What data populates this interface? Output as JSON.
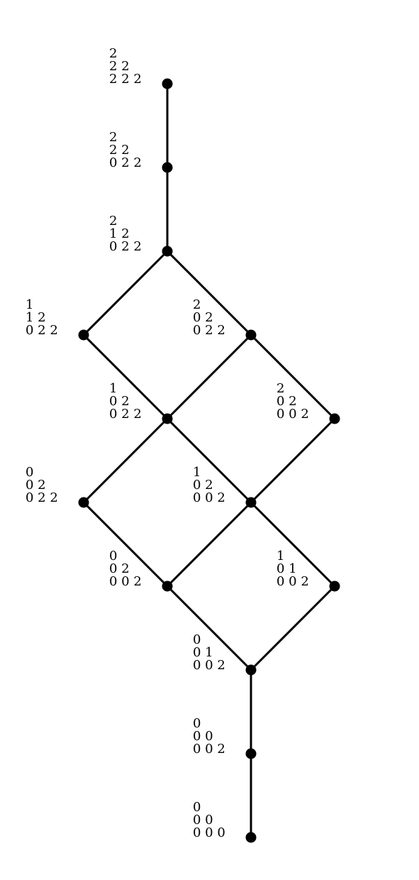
{
  "diagram": {
    "edge_color": "#000000",
    "node_color": "#000000",
    "nodes": [
      {
        "id": "n1",
        "label": [
          "2",
          "2 2",
          "2 2 2"
        ]
      },
      {
        "id": "n2",
        "label": [
          "2",
          "2 2",
          "0 2 2"
        ]
      },
      {
        "id": "n3",
        "label": [
          "2",
          "1 2",
          "0 2 2"
        ]
      },
      {
        "id": "n4",
        "label": [
          "1",
          "1 2",
          "0 2 2"
        ]
      },
      {
        "id": "n5",
        "label": [
          "2",
          "0 2",
          "0 2 2"
        ]
      },
      {
        "id": "n6",
        "label": [
          "1",
          "0 2",
          "0 2 2"
        ]
      },
      {
        "id": "n7",
        "label": [
          "2",
          "0 2",
          "0 0 2"
        ]
      },
      {
        "id": "n8",
        "label": [
          "0",
          "0 2",
          "0 2 2"
        ]
      },
      {
        "id": "n9",
        "label": [
          "1",
          "0 2",
          "0 0 2"
        ]
      },
      {
        "id": "n10",
        "label": [
          "0",
          "0 2",
          "0 0 2"
        ]
      },
      {
        "id": "n11",
        "label": [
          "1",
          "0 1",
          "0 0 2"
        ]
      },
      {
        "id": "n12",
        "label": [
          "0",
          "0 1",
          "0 0 2"
        ]
      },
      {
        "id": "n13",
        "label": [
          "0",
          "0 0",
          "0 0 2"
        ]
      },
      {
        "id": "n14",
        "label": [
          "0",
          "0 0",
          "0 0 0"
        ]
      }
    ],
    "edges": [
      [
        "n1",
        "n2"
      ],
      [
        "n2",
        "n3"
      ],
      [
        "n3",
        "n4"
      ],
      [
        "n3",
        "n5"
      ],
      [
        "n4",
        "n6"
      ],
      [
        "n5",
        "n6"
      ],
      [
        "n5",
        "n7"
      ],
      [
        "n6",
        "n8"
      ],
      [
        "n6",
        "n9"
      ],
      [
        "n7",
        "n9"
      ],
      [
        "n8",
        "n10"
      ],
      [
        "n9",
        "n10"
      ],
      [
        "n9",
        "n11"
      ],
      [
        "n10",
        "n12"
      ],
      [
        "n11",
        "n12"
      ],
      [
        "n12",
        "n13"
      ],
      [
        "n13",
        "n14"
      ]
    ]
  }
}
